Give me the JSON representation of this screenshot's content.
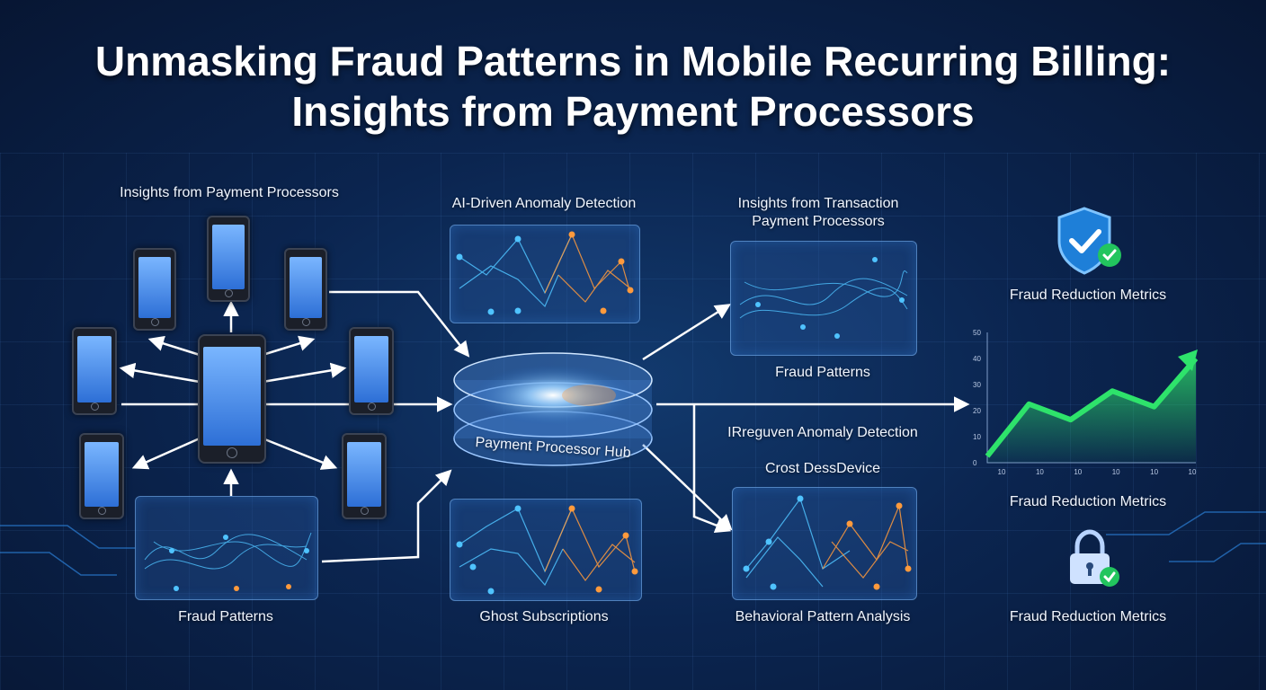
{
  "title": {
    "line1": "Unmasking Fraud Patterns in Mobile Recurring Billing:",
    "line2": "Insights from Payment Processors"
  },
  "labels": {
    "left_top": "Insights from Payment Processors",
    "left_bottom": "Fraud Patterns",
    "center_top": "AI-Driven Anomaly Detection",
    "center_bottom": "Ghost Subscriptions",
    "hub": "Payment Processor Hub",
    "right_top_line1": "Insights from Transaction",
    "right_top_line2": "Payment Processors",
    "right_mid": "Fraud Patterns",
    "right_anomaly": "IRreguven Anomaly Detection",
    "right_device": "Crost DessDevice",
    "right_bottom": "Behavioral Pattern Analysis",
    "metrics_1": "Fraud Reduction Metrics",
    "metrics_2": "Fraud Reduction Metrics",
    "metrics_3": "Fraud Reduction Metrics"
  },
  "icons": {
    "shield": "shield-check-icon",
    "lock": "lock-check-icon"
  },
  "colors": {
    "accent_blue": "#4fc3ff",
    "accent_orange": "#ff9a3c",
    "accent_green": "#2ee36b",
    "background": "#0b2550"
  },
  "chart_data": {
    "type": "area",
    "x_tick_labels": [
      "10",
      "10",
      "10",
      "10",
      "10",
      "10"
    ],
    "y_tick_labels": [
      "0",
      "10",
      "20",
      "30",
      "40",
      "50"
    ],
    "values": [
      0.05,
      0.45,
      0.33,
      0.55,
      0.43,
      0.8
    ],
    "ylim": [
      0,
      1
    ],
    "grid": false,
    "color": "#2ee36b"
  }
}
